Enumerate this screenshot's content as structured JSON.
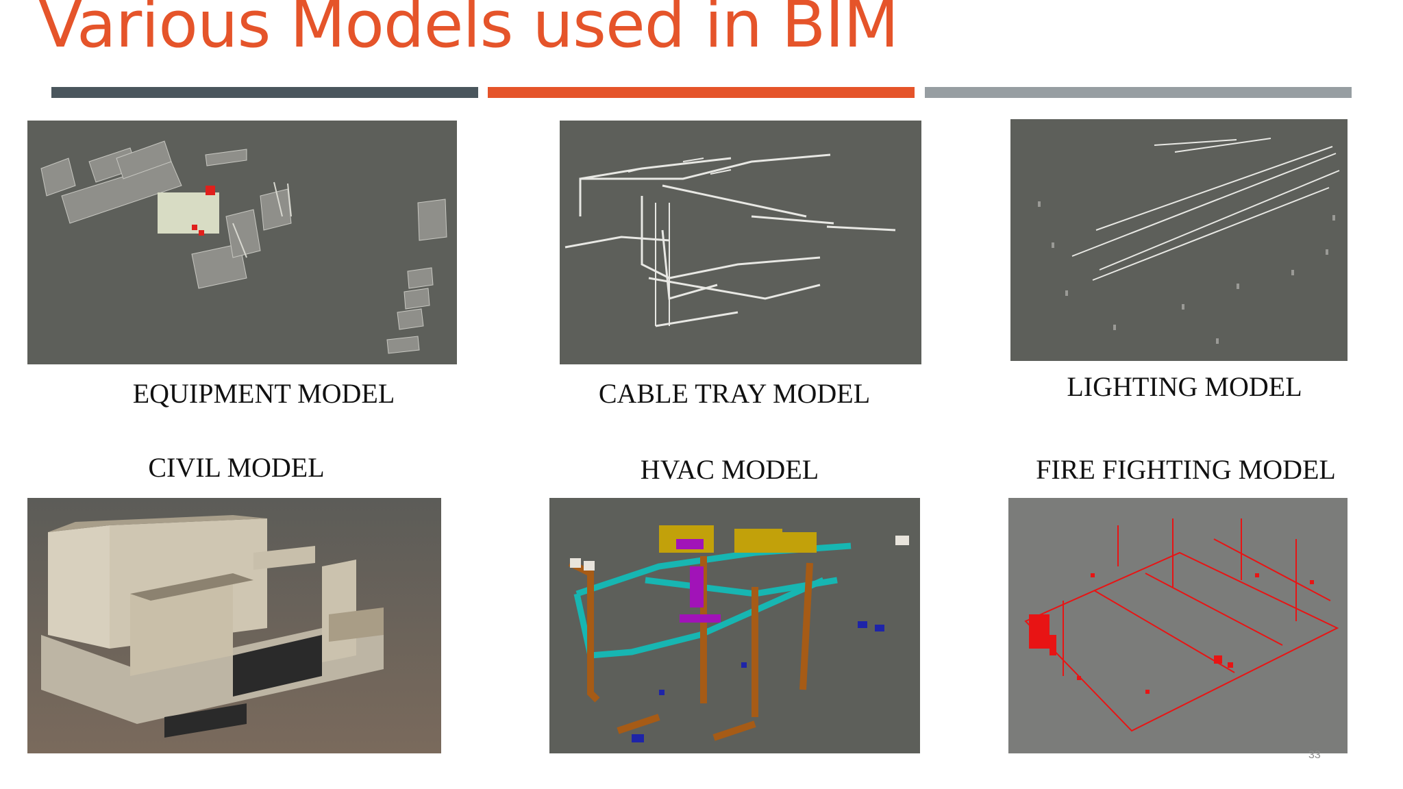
{
  "slide": {
    "title": "Various Models used in BIM",
    "page_number": "33",
    "colors": {
      "title": "#e5542a",
      "bar_dark": "#4a565d",
      "bar_accent": "#e5542a",
      "bar_light": "#979ea2",
      "panel_bg": "#5f615c"
    }
  },
  "models": {
    "equipment": {
      "caption": "EQUIPMENT MODEL"
    },
    "cable_tray": {
      "caption": "CABLE TRAY MODEL"
    },
    "lighting": {
      "caption": "LIGHTING MODEL"
    },
    "civil": {
      "caption": "CIVIL MODEL"
    },
    "hvac": {
      "caption": "HVAC MODEL"
    },
    "fire_fighting": {
      "caption": "FIRE FIGHTING MODEL"
    }
  }
}
